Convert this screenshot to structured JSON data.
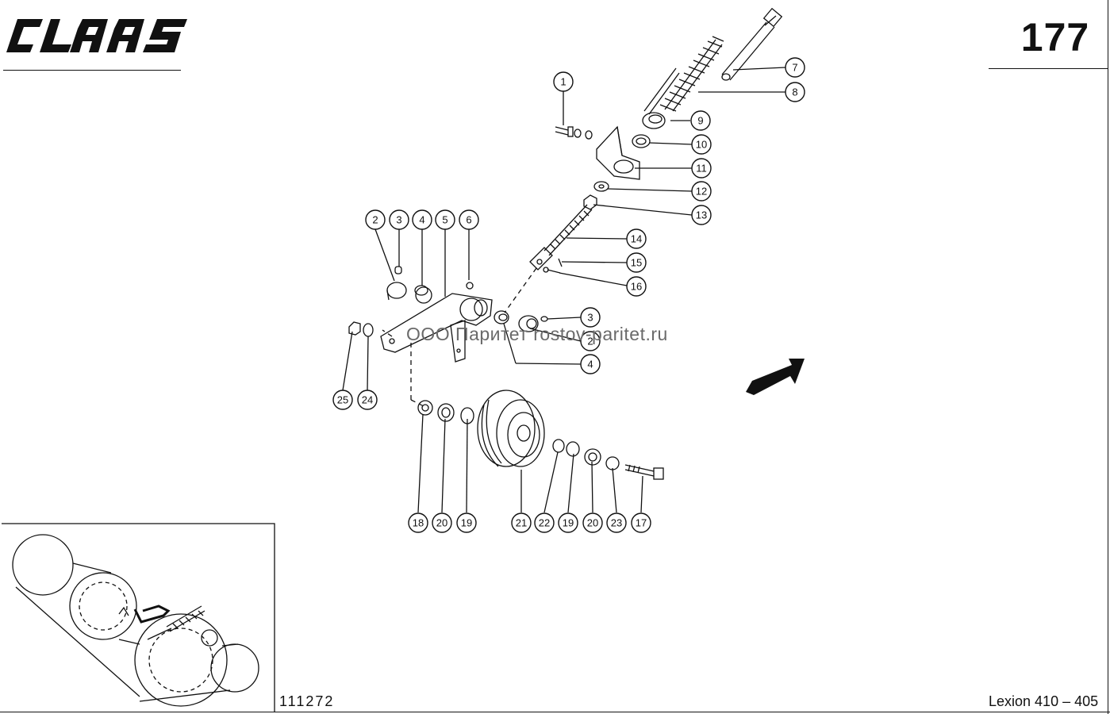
{
  "brand": {
    "name": "CLAAS"
  },
  "page": {
    "number": "177"
  },
  "footer": {
    "drawing_number": "111272",
    "model": "Lexion 410 – 405"
  },
  "watermark": {
    "text": "ООО Паритет   rostov-paritet.ru"
  },
  "callouts": {
    "c1": "1",
    "c2a": "2",
    "c3a": "3",
    "c4a": "4",
    "c5": "5",
    "c6": "6",
    "c7": "7",
    "c8": "8",
    "c9": "9",
    "c10": "10",
    "c11": "11",
    "c12": "12",
    "c13": "13",
    "c14": "14",
    "c15": "15",
    "c16": "16",
    "c3b": "3",
    "c2b": "2",
    "c4b": "4",
    "c25": "25",
    "c24": "24",
    "c18": "18",
    "c20a": "20",
    "c19a": "19",
    "c21": "21",
    "c22": "22",
    "c19b": "19",
    "c20b": "20",
    "c23": "23",
    "c17": "17"
  }
}
